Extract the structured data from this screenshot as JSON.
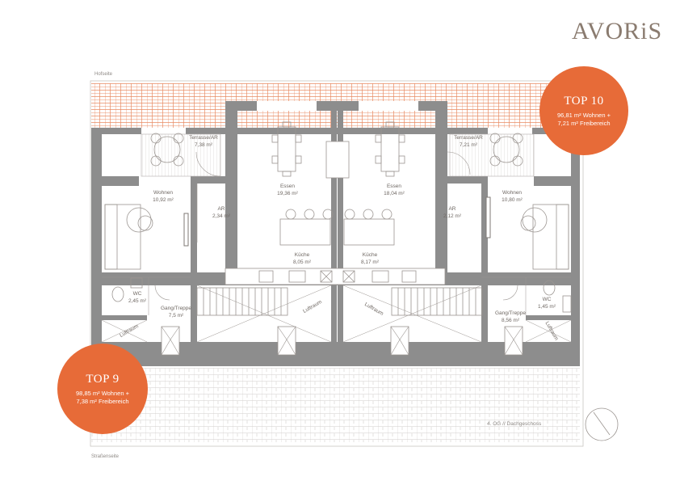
{
  "brand": {
    "logo": "AVORiS"
  },
  "labels": {
    "yard_side": "Hofseite",
    "street_side": "Straßenseite",
    "floor": "4. OG // Dachgeschoss"
  },
  "units": [
    {
      "id": "top9",
      "title": "TOP 9",
      "line1": "98,85 m² Wohnen +",
      "line2": "7,38 m² Freibereich"
    },
    {
      "id": "top10",
      "title": "TOP 10",
      "line1": "96,81 m² Wohnen +",
      "line2": "7,21 m² Freibereich"
    }
  ],
  "rooms": [
    {
      "name": "Terrasse/AR",
      "area": "7,38 m²"
    },
    {
      "name": "Wohnen",
      "area": "10,92 m²"
    },
    {
      "name": "AR",
      "area": "2,34 m²"
    },
    {
      "name": "Essen",
      "area": "19,36 m²"
    },
    {
      "name": "Küche",
      "area": "8,05 m²"
    },
    {
      "name": "WC",
      "area": "2,45 m²"
    },
    {
      "name": "Gang/Treppe",
      "area": "7,5 m²"
    },
    {
      "name": "Essen",
      "area": "18,04 m²"
    },
    {
      "name": "Küche",
      "area": "8,17 m²"
    },
    {
      "name": "AR",
      "area": "2,12 m²"
    },
    {
      "name": "Wohnen",
      "area": "10,80 m²"
    },
    {
      "name": "Terrasse/AR",
      "area": "7,21 m²"
    },
    {
      "name": "WC",
      "area": "1,45 m²"
    },
    {
      "name": "Gang/Treppe",
      "area": "8,56 m²"
    }
  ],
  "luftraum": [
    "Luftraum",
    "Luftraum",
    "Luftraum",
    "Luftraum"
  ],
  "colors": {
    "wall": "#8d8d8d",
    "roof_tiles": "#e76b38",
    "badge": "#e76b38",
    "line": "#b3aeaa"
  }
}
